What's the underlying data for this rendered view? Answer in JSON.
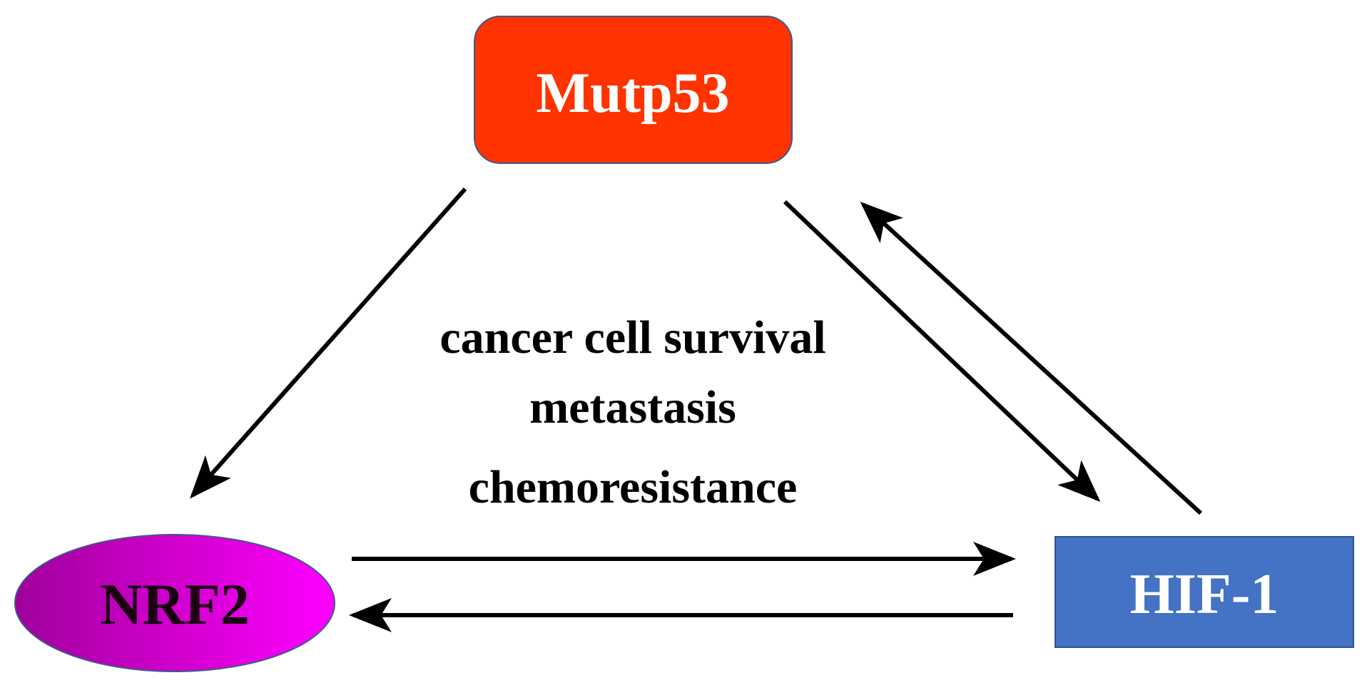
{
  "nodes": {
    "mutp53": {
      "label": "Mutp53",
      "fill": "#ff3300",
      "stroke": "#3d5a8a",
      "text_color": "#ffffff"
    },
    "nrf2": {
      "label": "NRF2",
      "gradient_start": "#a0009b",
      "gradient_end": "#ff00ff",
      "stroke": "#3d5a8a",
      "text_color": "#1a0010"
    },
    "hif1": {
      "label": "HIF-1",
      "fill": "#4472c4",
      "stroke": "#2f528f",
      "text_color": "#ffffff"
    }
  },
  "center": {
    "line1": "cancer cell survival",
    "line2": "metastasis",
    "line3": "chemoresistance"
  },
  "colors": {
    "arrow": "#000000",
    "background": "#ffffff"
  }
}
